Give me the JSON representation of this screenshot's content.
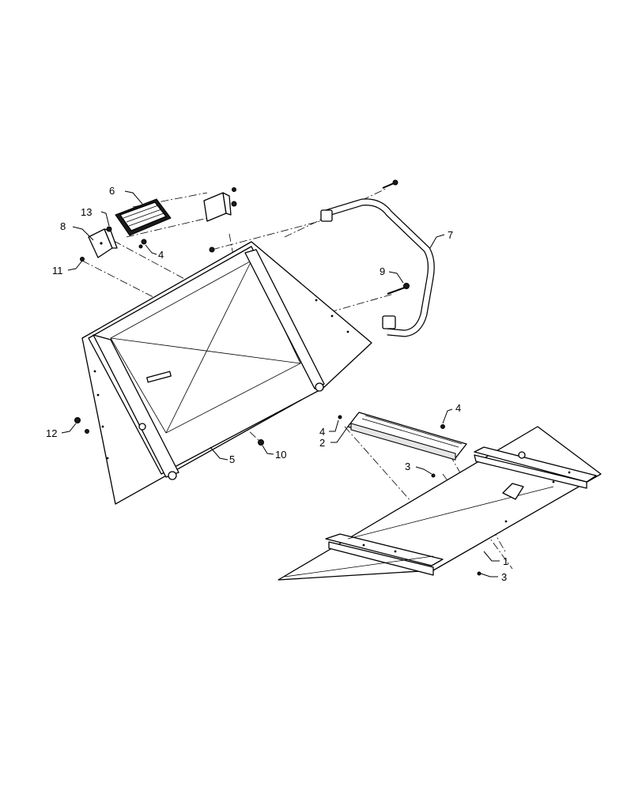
{
  "callouts": [
    {
      "id": "c1",
      "label": "1"
    },
    {
      "id": "c2",
      "label": "2"
    },
    {
      "id": "c3a",
      "label": "3"
    },
    {
      "id": "c3b",
      "label": "3"
    },
    {
      "id": "c4a",
      "label": "4"
    },
    {
      "id": "c4b",
      "label": "4"
    },
    {
      "id": "c4c",
      "label": "4"
    },
    {
      "id": "c5",
      "label": "5"
    },
    {
      "id": "c6",
      "label": "6"
    },
    {
      "id": "c7",
      "label": "7"
    },
    {
      "id": "c8",
      "label": "8"
    },
    {
      "id": "c9",
      "label": "9"
    },
    {
      "id": "c10",
      "label": "10"
    },
    {
      "id": "c11",
      "label": "11"
    },
    {
      "id": "c12",
      "label": "12"
    },
    {
      "id": "c13",
      "label": "13"
    }
  ]
}
